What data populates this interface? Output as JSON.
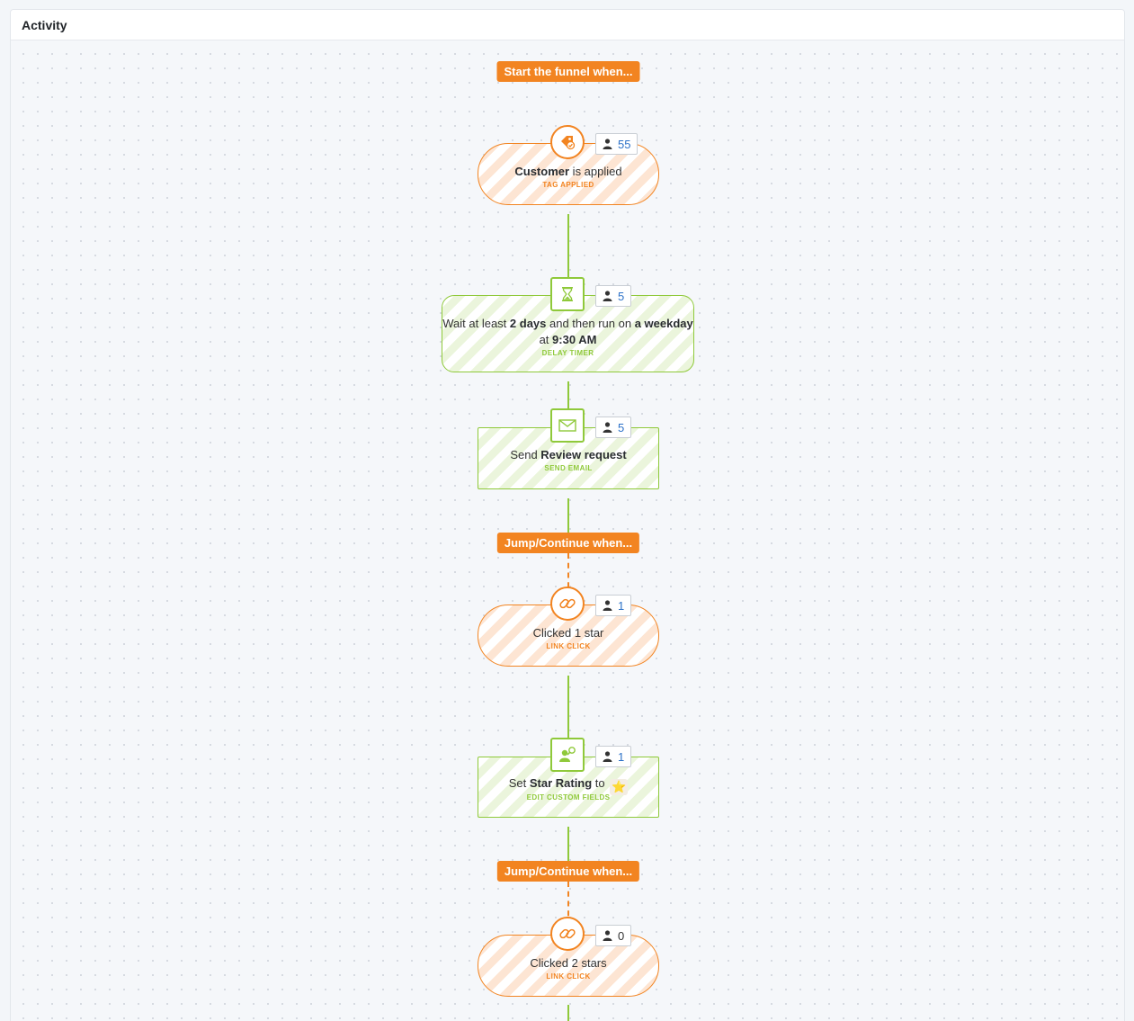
{
  "panel": {
    "title": "Activity"
  },
  "labels": {
    "start": "Start the funnel when...",
    "jump1": "Jump/Continue when...",
    "jump2": "Jump/Continue when..."
  },
  "nodes": {
    "tag": {
      "bold": "Customer",
      "rest": " is applied",
      "type": "TAG APPLIED",
      "count": "55",
      "icon": "tag-check-icon"
    },
    "delay": {
      "t1": "Wait at least ",
      "b1": "2 days",
      "t2": " and then run on ",
      "b2": "a weekday",
      "t3": " at ",
      "b3": "9:30 AM",
      "type": "DELAY TIMER",
      "count": "5",
      "icon": "hourglass-icon"
    },
    "email": {
      "prefix": "Send ",
      "bold": "Review request",
      "type": "SEND EMAIL",
      "count": "5",
      "icon": "envelope-icon"
    },
    "click1": {
      "text": "Clicked 1 star",
      "type": "LINK CLICK",
      "count": "1",
      "icon": "link-icon"
    },
    "field": {
      "prefix": "Set ",
      "bold": "Star Rating",
      "suffix": " to ",
      "star": "⭐",
      "type": "EDIT CUSTOM FIELDS",
      "count": "1",
      "icon": "user-edit-icon"
    },
    "click2": {
      "text": "Clicked 2 stars",
      "type": "LINK CLICK",
      "count": "0",
      "icon": "link-icon"
    }
  },
  "colors": {
    "orange": "#f28421",
    "green": "#8fc93a",
    "count_blue": "#2d72c8"
  }
}
